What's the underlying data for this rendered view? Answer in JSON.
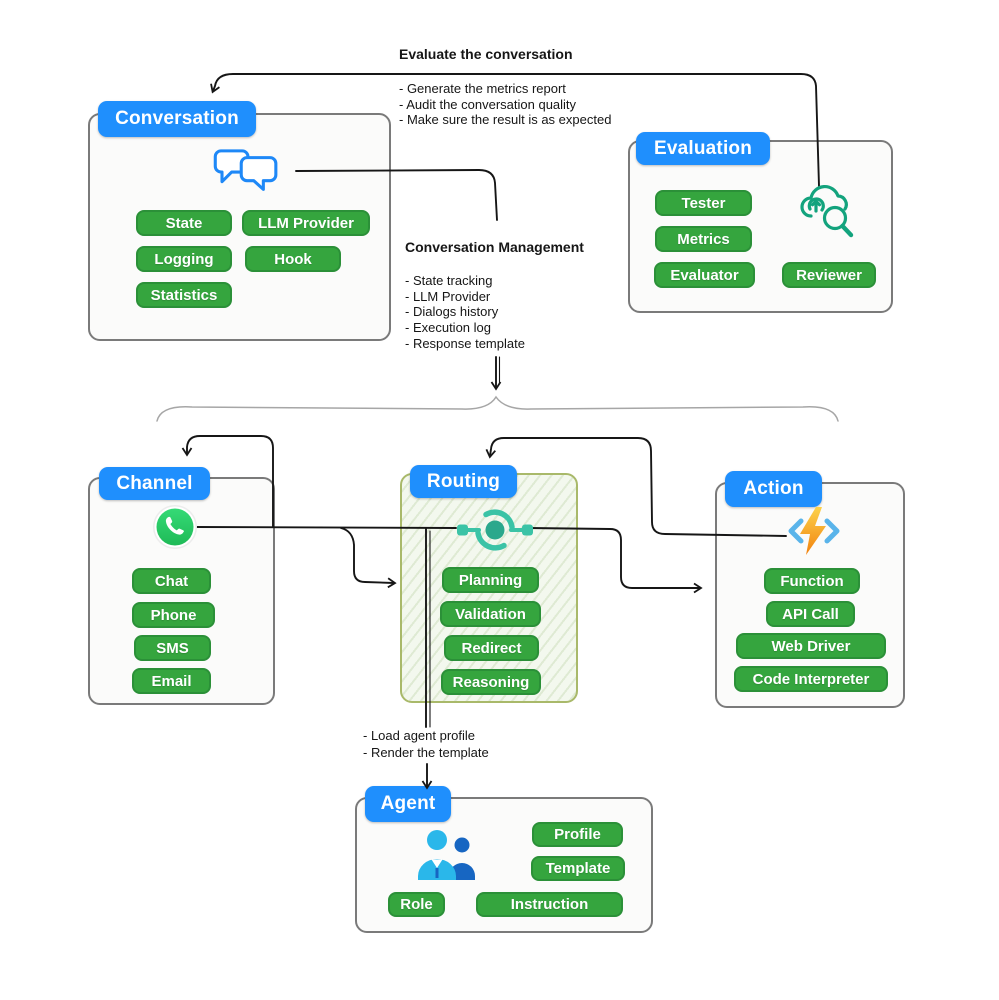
{
  "colors": {
    "header_blue": "#1f8ffd",
    "pill_green": "#35a53e",
    "routing_teal": "#3bc3a6",
    "whatsapp_green": "#29d26b",
    "evaluation_icon_green": "#13a37d",
    "bolt_orange": "#f59210",
    "box_border_gray": "#7a7a7a",
    "routing_border_olive": "#a9b96a",
    "connector_black": "#161616",
    "brace_gray": "#a6a6a6"
  },
  "annotations": {
    "evaluate": {
      "title": "Evaluate the conversation",
      "bullets": [
        "- Generate the metrics report",
        "- Audit the conversation quality",
        "- Make sure the result is as expected"
      ]
    },
    "management": {
      "title": "Conversation Management",
      "bullets": [
        "- State tracking",
        "- LLM Provider",
        "- Dialogs history",
        "- Execution log",
        "- Response template"
      ]
    },
    "agent_note": {
      "bullets": [
        "- Load agent profile",
        "- Render the template"
      ]
    }
  },
  "boxes": {
    "conversation": {
      "title": "Conversation",
      "icon": "chat-bubbles-icon",
      "pills": [
        "State",
        "LLM Provider",
        "Logging",
        "Hook",
        "Statistics"
      ]
    },
    "evaluation": {
      "title": "Evaluation",
      "icon": "cloud-search-icon",
      "pills": [
        "Tester",
        "Metrics",
        "Evaluator",
        "Reviewer"
      ]
    },
    "channel": {
      "title": "Channel",
      "icon": "whatsapp-icon",
      "pills": [
        "Chat",
        "Phone",
        "SMS",
        "Email"
      ]
    },
    "routing": {
      "title": "Routing",
      "icon": "routing-hub-icon",
      "pills": [
        "Planning",
        "Validation",
        "Redirect",
        "Reasoning"
      ]
    },
    "action": {
      "title": "Action",
      "icon": "lightning-code-icon",
      "pills": [
        "Function",
        "API Call",
        "Web Driver",
        "Code Interpreter"
      ]
    },
    "agent": {
      "title": "Agent",
      "icon": "team-icon",
      "pills": [
        "Profile",
        "Template",
        "Role",
        "Instruction"
      ]
    }
  }
}
